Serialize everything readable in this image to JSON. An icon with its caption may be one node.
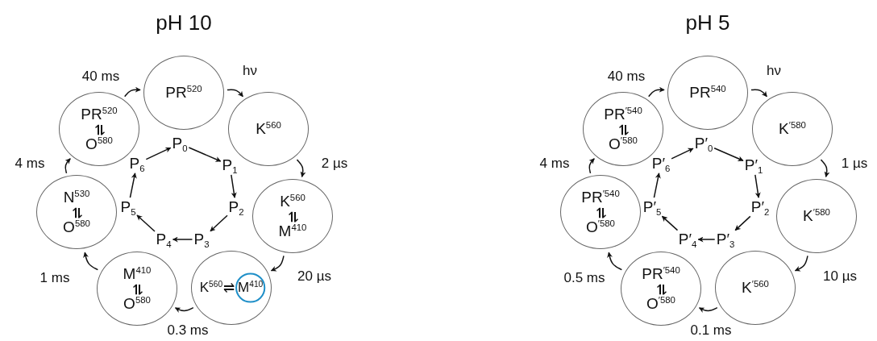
{
  "diagram": {
    "nodes": [
      {
        "text": [
          "PR$^{520}$"
        ]
      },
      {
        "text": [
          "K$^{560}$"
        ]
      },
      {
        "text": [
          "K$^{560}$",
          "⇌",
          "M$^{410}$"
        ]
      },
      {
        "text": [
          "K$^{560}$",
          "⇌",
          "M$^{410}$"
        ]
      },
      {
        "text": [
          "M$^{410}$",
          "⇌",
          "O$^{580}$"
        ]
      },
      {
        "text": [
          "N$^{530}$",
          "⇌",
          "O$^{580}$"
        ]
      },
      {
        "text": [
          "PR$^{520}$",
          "⇌",
          "O$^{580}$"
        ]
      },
      {
        "text": [
          "P$_{0}$"
        ]
      },
      {
        "text": [
          "P$_{1}$"
        ]
      },
      {
        "text": [
          "P$_{2}$"
        ]
      },
      {
        "text": [
          "P$_{3}$"
        ]
      },
      {
        "text": [
          "P$_{4}$"
        ]
      },
      {
        "text": [
          "P$_{5}$"
        ]
      },
      {
        "text": [
          "P$_{6}$"
        ]
      },
      {
        "text": [
          "PR$^{540}$"
        ]
      },
      {
        "text": [
          "K$^{′580}$"
        ]
      },
      {
        "text": [
          "K$^{′580}$"
        ]
      },
      {
        "text": [
          "K$^{′560}$"
        ]
      },
      {
        "text": [
          "PR$^{′540}$",
          "⇌",
          "O$^{′580}$"
        ]
      },
      {
        "text": [
          "PR$^{′540}$",
          "⇌",
          "O$^{′580}$"
        ]
      },
      {
        "text": [
          "PR$^{′540}$",
          "⇌",
          "O$^{′580}$"
        ]
      },
      {
        "text": [
          "P′$_{0}$"
        ]
      },
      {
        "text": [
          "P′$_{1}$"
        ]
      },
      {
        "text": [
          "P′$_{2}$"
        ]
      },
      {
        "text": [
          "P′$_{3}$"
        ]
      },
      {
        "text": [
          "P′$_{4}$"
        ]
      },
      {
        "text": [
          "P′$_{5}$"
        ]
      },
      {
        "text": [
          "P′$_{6}$"
        ]
      }
    ],
    "edges": [
      {
        "from": 6,
        "to": 0,
        "arrow": "to",
        "label": "40 ms"
      },
      {
        "from": 0,
        "to": 1,
        "arrow": "to",
        "label": "hν"
      },
      {
        "from": 1,
        "to": 2,
        "arrow": "to",
        "label": "2 µs"
      },
      {
        "from": 2,
        "to": 3,
        "arrow": "to",
        "label": "20 µs"
      },
      {
        "from": 3,
        "to": 4,
        "arrow": "to",
        "label": "0.3 ms"
      },
      {
        "from": 4,
        "to": 5,
        "arrow": "to",
        "label": "1 ms"
      },
      {
        "from": 5,
        "to": 6,
        "arrow": "to",
        "label": "4 ms"
      },
      {
        "from": 7,
        "to": 8,
        "arrow": "to"
      },
      {
        "from": 8,
        "to": 9,
        "arrow": "to"
      },
      {
        "from": 9,
        "to": 10,
        "arrow": "to"
      },
      {
        "from": 10,
        "to": 11,
        "arrow": "to"
      },
      {
        "from": 11,
        "to": 12,
        "arrow": "to"
      },
      {
        "from": 12,
        "to": 13,
        "arrow": "to"
      },
      {
        "from": 13,
        "to": 7,
        "arrow": "to"
      },
      {
        "from": 20,
        "to": 14,
        "arrow": "to",
        "label": "40 ms"
      },
      {
        "from": 14,
        "to": 15,
        "arrow": "to",
        "label": "hν"
      },
      {
        "from": 15,
        "to": 16,
        "arrow": "to",
        "label": "1 µs"
      },
      {
        "from": 16,
        "to": 17,
        "arrow": "to",
        "label": "10 µs"
      },
      {
        "from": 17,
        "to": 18,
        "arrow": "to",
        "label": "0.1 ms"
      },
      {
        "from": 18,
        "to": 19,
        "arrow": "to",
        "label": "0.5 ms"
      },
      {
        "from": 19,
        "to": 20,
        "arrow": "to",
        "label": "4 ms"
      },
      {
        "from": 21,
        "to": 22,
        "arrow": "to"
      },
      {
        "from": 22,
        "to": 23,
        "arrow": "to"
      },
      {
        "from": 23,
        "to": 24,
        "arrow": "to"
      },
      {
        "from": 24,
        "to": 25,
        "arrow": "to"
      },
      {
        "from": 25,
        "to": 26,
        "arrow": "to"
      },
      {
        "from": 26,
        "to": 27,
        "arrow": "to"
      },
      {
        "from": 27,
        "to": 21,
        "arrow": "to"
      }
    ],
    "labels": [
      "pH 10",
      "pH 5"
    ]
  }
}
